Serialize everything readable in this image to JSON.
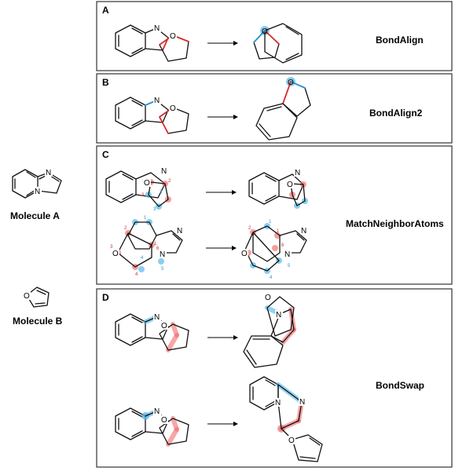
{
  "sidebar": {
    "molecule_a_label": "Molecule A",
    "molecule_b_label": "Molecule B"
  },
  "panels": [
    {
      "letter": "A",
      "method": "BondAlign"
    },
    {
      "letter": "B",
      "method": "BondAlign2"
    },
    {
      "letter": "C",
      "method": "MatchNeighborAtoms"
    },
    {
      "letter": "D",
      "method": "BondSwap"
    }
  ],
  "atom_labels": {
    "nitrogen": "N",
    "oxygen": "O"
  },
  "colors": {
    "highlight_blue": "#4db3e6",
    "highlight_red": "#f06a6a",
    "bond": "#111111"
  }
}
